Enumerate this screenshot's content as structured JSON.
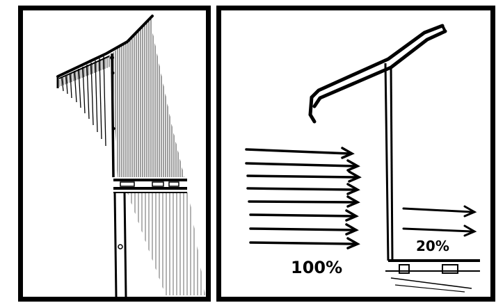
{
  "panels": [
    {
      "id": "left",
      "labels": {}
    },
    {
      "id": "right",
      "labels": {
        "full_flow": "100%",
        "reduced_flow": "20%"
      }
    }
  ],
  "colors": {
    "ink": "#000000",
    "paper": "#ffffff"
  }
}
